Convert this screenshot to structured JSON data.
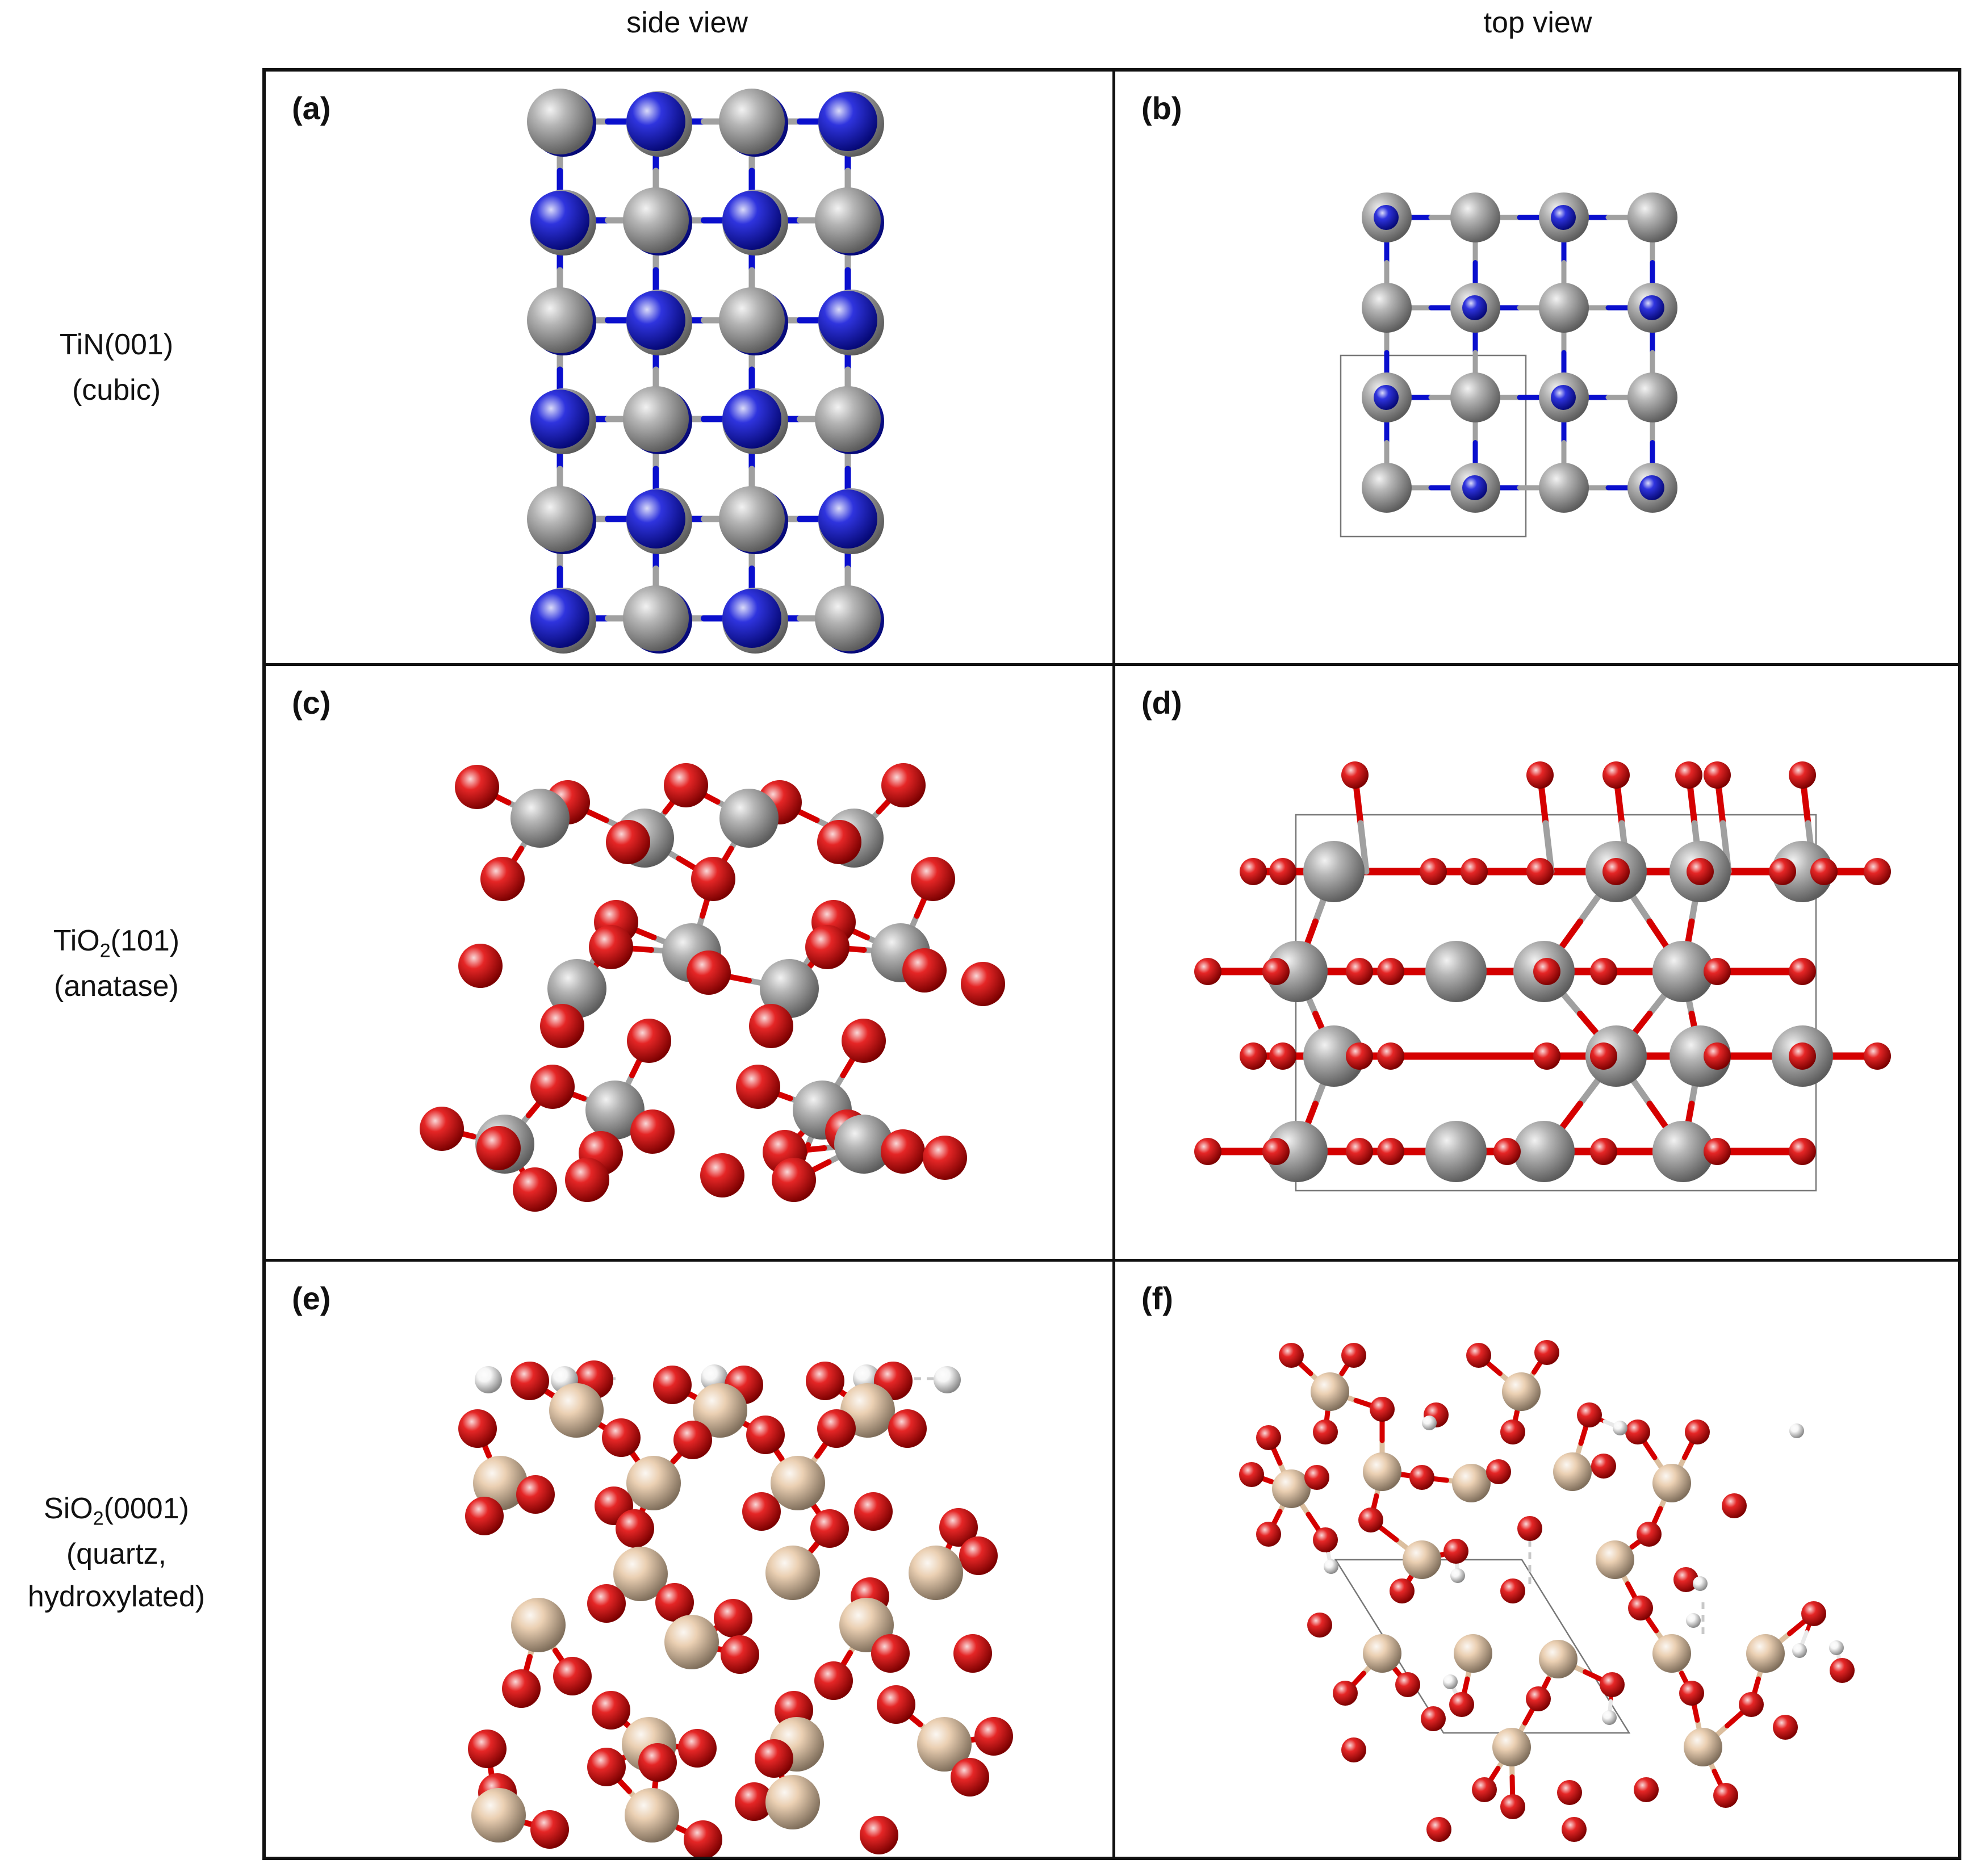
{
  "columns": {
    "side": "side view",
    "top": "top view"
  },
  "rows": [
    {
      "formula": "TiN(001)",
      "formula_main": "TiN",
      "formula_sub": "",
      "formula_rest": "(001)",
      "desc": "(cubic)"
    },
    {
      "formula": "TiO2(101)",
      "formula_main": "TiO",
      "formula_sub": "2",
      "formula_rest": "(101)",
      "desc": "(anatase)"
    },
    {
      "formula": "SiO2(0001)",
      "formula_main": "SiO",
      "formula_sub": "2",
      "formula_rest": "(0001)",
      "desc": "(quartz,",
      "desc2": "hydroxylated)"
    }
  ],
  "panels": {
    "a": "(a)",
    "b": "(b)",
    "c": "(c)",
    "d": "(d)",
    "e": "(e)",
    "f": "(f)"
  },
  "colors": {
    "Ti": "#a8a8a8",
    "N": "#0a10d8",
    "O": "#e00000",
    "Si": "#e7c8a6",
    "H": "#f4f4f4",
    "frame": "#111111",
    "cell": "#777777"
  },
  "elements": {
    "Ti": "titanium",
    "N": "nitrogen",
    "O": "oxygen",
    "Si": "silicon",
    "H": "hydrogen"
  }
}
